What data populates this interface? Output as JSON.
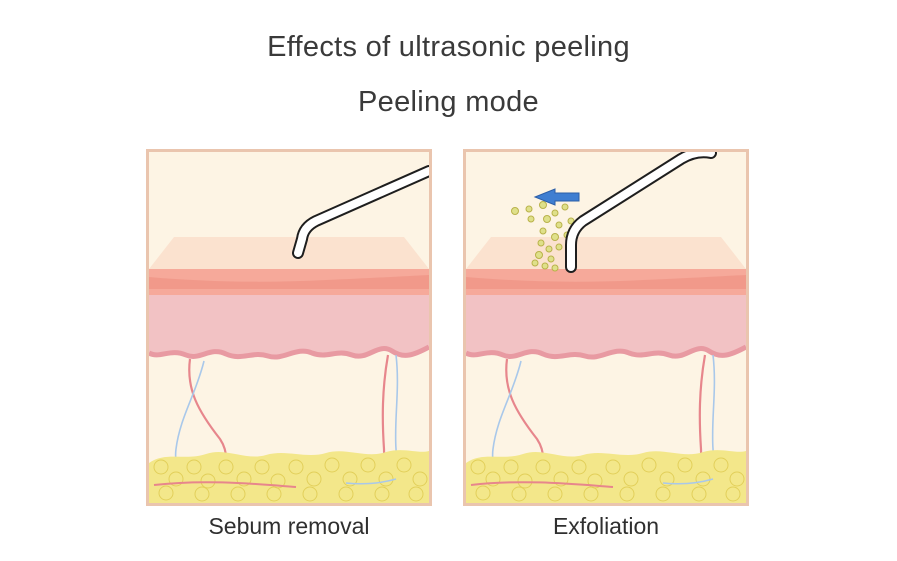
{
  "header": {
    "title": "Effects of ultrasonic peeling",
    "subtitle": "Peeling mode"
  },
  "panels": [
    {
      "caption": "Sebum removal",
      "illustration": "skin-cross-section-with-probe"
    },
    {
      "caption": "Exfoliation",
      "illustration": "skin-cross-section-with-probe-and-particles"
    }
  ],
  "colors": {
    "frame": "#eac5ae",
    "epidermis": "#fbe2cf",
    "dermis": "#f2c2c4",
    "fat": "#f3e78a",
    "arrow": "#3f7ed1"
  }
}
